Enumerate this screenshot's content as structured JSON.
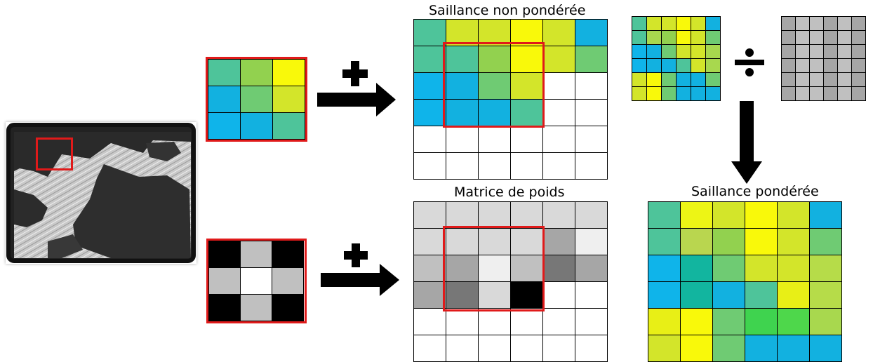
{
  "titles": {
    "unweighted": "Saillance non pondérée",
    "weights": "Matrice de poids",
    "weighted": "Saillance pondérée"
  },
  "operators": {
    "plus": "plus-icon",
    "divide": "divide-icon",
    "arrow": "arrow-right-icon",
    "arrow_down": "arrow-down-icon"
  },
  "colors": {
    "highlight": "#e01a1a",
    "blue": "#0fb4ea",
    "teal": "#4ec49a",
    "green": "#6fcb73",
    "lime": "#92d14f",
    "yellowgreen": "#d3e52a",
    "yellow": "#f9f90a"
  },
  "matrices": {
    "patch": [
      [
        "#4ec49a",
        "#92d14f",
        "#f9f90a"
      ],
      [
        "#12b1e0",
        "#6fcb73",
        "#d3e52a"
      ],
      [
        "#0fb4ea",
        "#12b1e0",
        "#4ec49a"
      ]
    ],
    "unweighted": [
      [
        "#4ec49a",
        "#d3e52a",
        "#d3e52a",
        "#f9f90a",
        "#d3e52a",
        "#12b1e0"
      ],
      [
        "#4ec49a",
        "#4ec49a",
        "#92d14f",
        "#f9f90a",
        "#d3e52a",
        "#6fcb73"
      ],
      [
        "#0fb4ea",
        "#12b1e0",
        "#6fcb73",
        "#d3e52a",
        "#ffffff",
        "#ffffff"
      ],
      [
        "#0fb4ea",
        "#12b1e0",
        "#12b1e0",
        "#4ec49a",
        "#ffffff",
        "#ffffff"
      ],
      [
        "#ffffff",
        "#ffffff",
        "#ffffff",
        "#ffffff",
        "#ffffff",
        "#ffffff"
      ],
      [
        "#ffffff",
        "#ffffff",
        "#ffffff",
        "#ffffff",
        "#ffffff",
        "#ffffff"
      ]
    ],
    "kernel": [
      [
        "#000000",
        "#c0c0c0",
        "#000000"
      ],
      [
        "#c0c0c0",
        "#ffffff",
        "#c0c0c0"
      ],
      [
        "#000000",
        "#c0c0c0",
        "#000000"
      ]
    ],
    "weights": [
      [
        "#d9d9d9",
        "#d9d9d9",
        "#d9d9d9",
        "#d9d9d9",
        "#d9d9d9",
        "#d9d9d9"
      ],
      [
        "#d9d9d9",
        "#d9d9d9",
        "#d9d9d9",
        "#d9d9d9",
        "#a6a6a6",
        "#efefef"
      ],
      [
        "#c0c0c0",
        "#a6a6a6",
        "#efefef",
        "#c0c0c0",
        "#777777",
        "#a6a6a6"
      ],
      [
        "#a6a6a6",
        "#777777",
        "#d9d9d9",
        "#000000",
        "#ffffff",
        "#ffffff"
      ],
      [
        "#ffffff",
        "#ffffff",
        "#ffffff",
        "#ffffff",
        "#ffffff",
        "#ffffff"
      ],
      [
        "#ffffff",
        "#ffffff",
        "#ffffff",
        "#ffffff",
        "#ffffff",
        "#ffffff"
      ]
    ],
    "small_saliency": [
      [
        "#4ec49a",
        "#d3e52a",
        "#d3e52a",
        "#f9f90a",
        "#d3e52a",
        "#12b1e0"
      ],
      [
        "#4ec49a",
        "#a8d84e",
        "#92d14f",
        "#f9f90a",
        "#d3e52a",
        "#6fcb73"
      ],
      [
        "#0fb4ea",
        "#12b1e0",
        "#6fcb73",
        "#d3e52a",
        "#d3e52a",
        "#a8d84e"
      ],
      [
        "#0fb4ea",
        "#12b1e0",
        "#12b1e0",
        "#4ec49a",
        "#d3e52a",
        "#a8d84e"
      ],
      [
        "#d3e52a",
        "#f9f90a",
        "#6fcb73",
        "#12b1e0",
        "#12b1e0",
        "#6fcb73"
      ],
      [
        "#d3e52a",
        "#f9f90a",
        "#6fcb73",
        "#12b1e0",
        "#12b1e0",
        "#12b1e0"
      ]
    ],
    "small_weights": [
      [
        "#a6a6a6",
        "#c0c0c0",
        "#c0c0c0",
        "#a6a6a6",
        "#c0c0c0",
        "#a6a6a6"
      ],
      [
        "#a6a6a6",
        "#c0c0c0",
        "#c0c0c0",
        "#a6a6a6",
        "#c0c0c0",
        "#a6a6a6"
      ],
      [
        "#a6a6a6",
        "#c0c0c0",
        "#c0c0c0",
        "#a6a6a6",
        "#c0c0c0",
        "#a6a6a6"
      ],
      [
        "#a6a6a6",
        "#c0c0c0",
        "#c0c0c0",
        "#a6a6a6",
        "#c0c0c0",
        "#a6a6a6"
      ],
      [
        "#a6a6a6",
        "#c0c0c0",
        "#c0c0c0",
        "#a6a6a6",
        "#c0c0c0",
        "#a6a6a6"
      ],
      [
        "#a6a6a6",
        "#c0c0c0",
        "#c0c0c0",
        "#a6a6a6",
        "#c0c0c0",
        "#a6a6a6"
      ]
    ],
    "weighted": [
      [
        "#4ec49a",
        "#edf515",
        "#d3e52a",
        "#f9f90a",
        "#d3e52a",
        "#12b1e0"
      ],
      [
        "#4ec49a",
        "#b9d64f",
        "#92d14f",
        "#f9f90a",
        "#d3e52a",
        "#6fcb73"
      ],
      [
        "#0fb4ea",
        "#12b59f",
        "#6fcb73",
        "#d3e52a",
        "#d3e52a",
        "#b6dc49"
      ],
      [
        "#0fb4ea",
        "#12b59f",
        "#12b1e0",
        "#4ec49a",
        "#e8ef16",
        "#b6dc49"
      ],
      [
        "#e8ef16",
        "#f9f90a",
        "#6fcb73",
        "#3fd34f",
        "#4ed74b",
        "#a8d84e"
      ],
      [
        "#d3e52a",
        "#f9f90a",
        "#6fcb73",
        "#12b1e0",
        "#12b1e0",
        "#12b1e0"
      ]
    ]
  }
}
